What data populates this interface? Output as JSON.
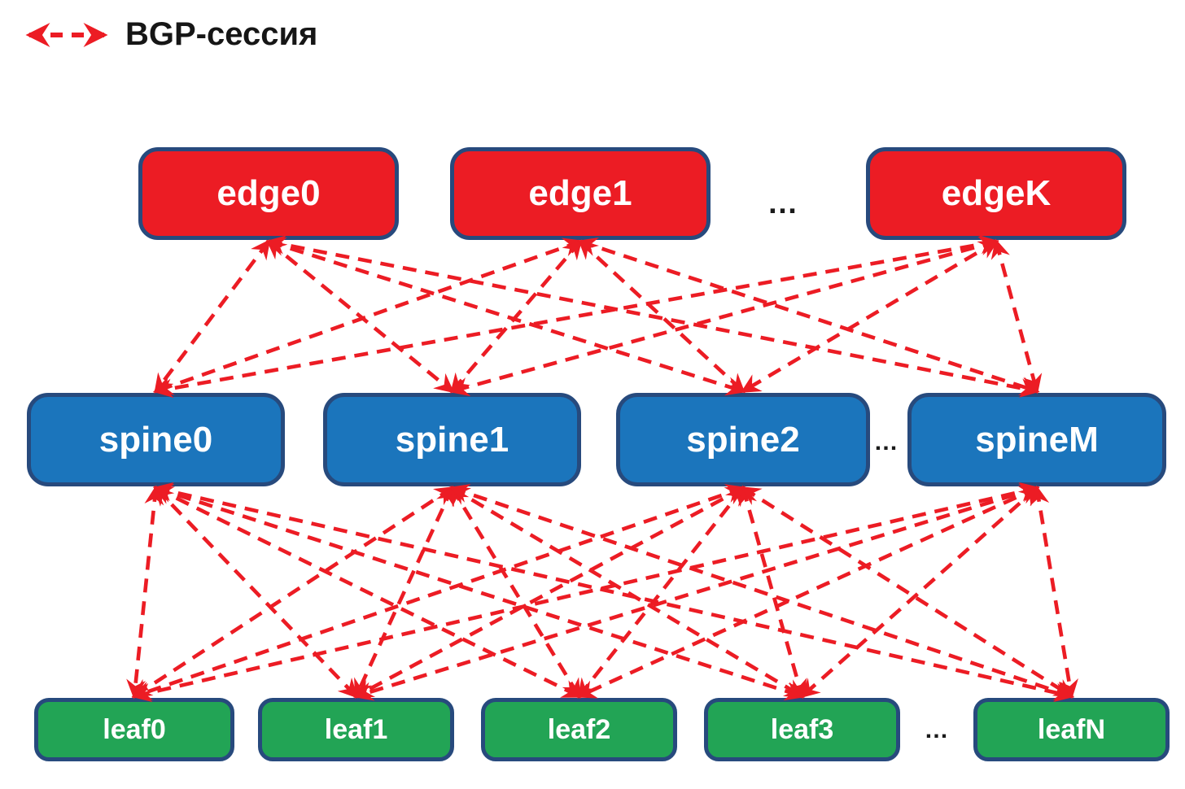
{
  "legend": {
    "label": "BGP-сессия",
    "arrow_color": "#ec1c24",
    "text_color": "#161616"
  },
  "colors": {
    "background": "#ffffff",
    "edge_fill": "#ec1c24",
    "spine_fill": "#1b75bc",
    "leaf_fill": "#22a455",
    "node_border": "#274a7d",
    "node_text": "#ffffff",
    "connection": "#ec1c24",
    "ellipsis_text": "#1a1a1a"
  },
  "diagram": {
    "rows": [
      {
        "id": "edges",
        "kind": "edge",
        "nodes": [
          {
            "id": "edge0",
            "label": "edge0"
          },
          {
            "id": "edge1",
            "label": "edge1"
          },
          {
            "id": "edgeK",
            "label": "edgeK"
          }
        ],
        "ellipsis": "…"
      },
      {
        "id": "spines",
        "kind": "spine",
        "nodes": [
          {
            "id": "spine0",
            "label": "spine0"
          },
          {
            "id": "spine1",
            "label": "spine1"
          },
          {
            "id": "spine2",
            "label": "spine2"
          },
          {
            "id": "spineM",
            "label": "spineM"
          }
        ],
        "ellipsis": "…"
      },
      {
        "id": "leaves",
        "kind": "leaf",
        "nodes": [
          {
            "id": "leaf0",
            "label": "leaf0"
          },
          {
            "id": "leaf1",
            "label": "leaf1"
          },
          {
            "id": "leaf2",
            "label": "leaf2"
          },
          {
            "id": "leaf3",
            "label": "leaf3"
          },
          {
            "id": "leafN",
            "label": "leafN"
          }
        ],
        "ellipsis": "…"
      }
    ],
    "connections": {
      "meaning": "BGP-сессия",
      "line_style": "dashed",
      "double_headed": true,
      "color": "#ec1c24",
      "groups": [
        {
          "from": [
            "edge0",
            "edge1",
            "edgeK"
          ],
          "to": [
            "spine0",
            "spine1",
            "spine2",
            "spineM"
          ]
        },
        {
          "from": [
            "spine0",
            "spine1",
            "spine2",
            "spineM"
          ],
          "to": [
            "leaf0",
            "leaf1",
            "leaf2",
            "leaf3",
            "leafN"
          ]
        }
      ]
    }
  }
}
